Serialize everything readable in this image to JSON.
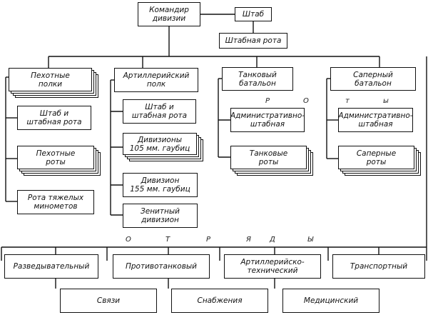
{
  "top": {
    "commander": "Командир\nдивизии",
    "staff": "Штаб",
    "staff_company": "Штабная рота"
  },
  "columns": {
    "infantry": {
      "head": "Пехотные\nполки",
      "items": [
        "Штаб и\nштабная рота",
        "Пехотные\nроты",
        "Рота тяжелых\nминометов"
      ]
    },
    "artillery": {
      "head": "Артиллерийский\nполк",
      "items": [
        "Штаб и\nштабная рота",
        "Дивизионы\n105 мм. гаубиц",
        "Дивизион\n155 мм. гаубиц",
        "Зенитный\nдивизион"
      ]
    },
    "tank": {
      "head": "Танковый\nбатальон",
      "items": [
        "Административно-\nштабная",
        "Танковые\nроты"
      ]
    },
    "sapper": {
      "head": "Саперный\nбатальон",
      "items": [
        "Административно-\nштабная",
        "Саперные\nроты"
      ]
    }
  },
  "scatter": {
    "tank_r": "Р",
    "tank_o": "О",
    "sapper_t": "т",
    "sapper_y": "ы"
  },
  "otryady": {
    "letters": [
      "О",
      "Т",
      "Р",
      "Я",
      "Д",
      "Ы"
    ],
    "row1": [
      "Разведывательный",
      "Противотанковый",
      "Артиллерийско-\nтехнический",
      "Транспортный"
    ],
    "row2": [
      "Связи",
      "Снабжения",
      "Медицинский"
    ]
  }
}
